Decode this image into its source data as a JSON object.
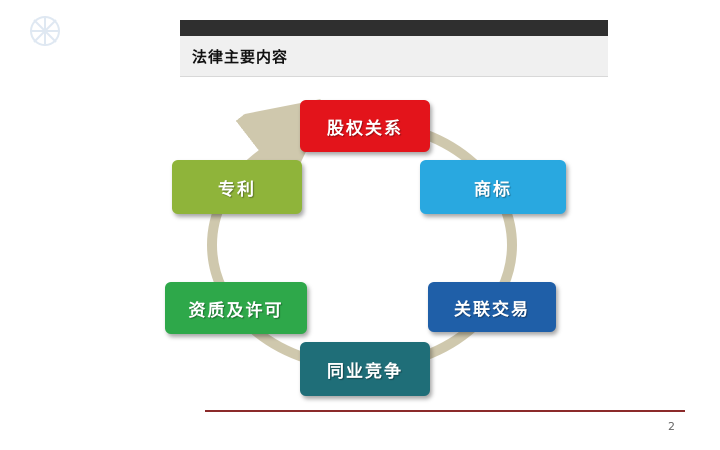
{
  "slide": {
    "title": "法律主要内容",
    "page_number": "2"
  },
  "cycle": {
    "nodes": [
      {
        "id": "equity",
        "label": "股权关系",
        "color": "#e3141b"
      },
      {
        "id": "trademark",
        "label": "商标",
        "color": "#29a8e0"
      },
      {
        "id": "related-transactions",
        "label": "关联交易",
        "color": "#1f5fa8"
      },
      {
        "id": "competition",
        "label": "同业竞争",
        "color": "#1f6e78"
      },
      {
        "id": "qualification",
        "label": "资质及许可",
        "color": "#2ea84a"
      },
      {
        "id": "patent",
        "label": "专利",
        "color": "#8fb43a"
      }
    ],
    "ring_color": "#cfc8ad"
  }
}
